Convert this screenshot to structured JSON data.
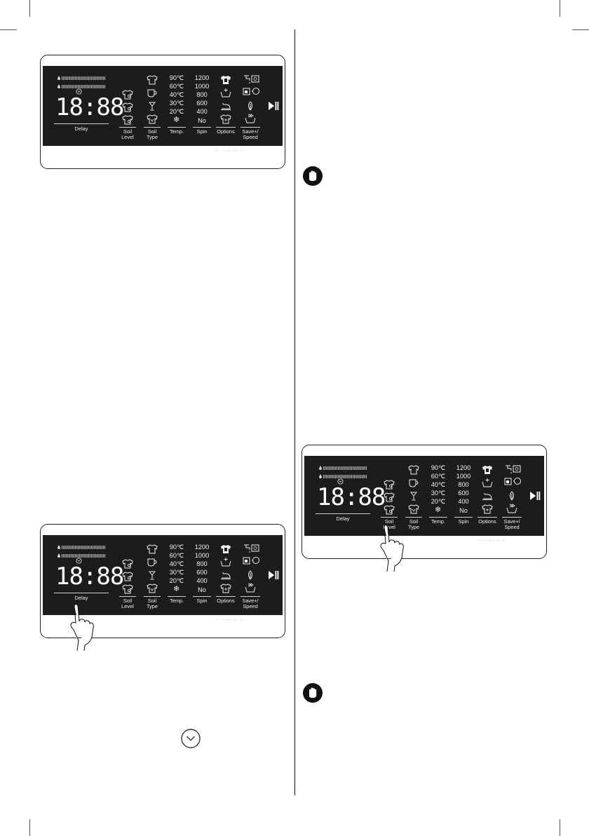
{
  "panel": {
    "delay_label": "Delay",
    "soil_level_label": "Soil\nLevel",
    "soil_type_label": "Soil\nType",
    "temp_label": "Temp.",
    "spin_label": "Spin",
    "options_label": "Options",
    "save_speed_label": "Save+/\nSpeed",
    "child_lock_label": "⟵ * Child Lock ⟶",
    "digits": "18:88",
    "temps": [
      "90℃",
      "60℃",
      "40℃",
      "30℃",
      "20℃"
    ],
    "spins": [
      "1200",
      "1000",
      "800",
      "600",
      "400",
      "No"
    ]
  },
  "icons": {
    "cold_wash": "snowflake-icon",
    "start_pause": "play-pause-icon",
    "warning": "stop-hand-icon",
    "delay": "clock-icon"
  },
  "colors": {
    "display_bg": "#1c1c1c",
    "display_text": "#ffffff"
  }
}
